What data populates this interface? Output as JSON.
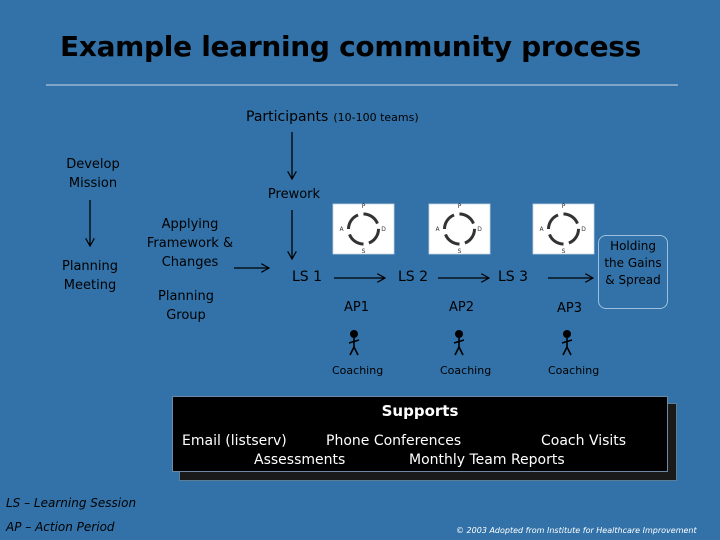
{
  "title": "Example learning community process",
  "participants": {
    "label": "Participants",
    "note": "(10-100 teams)"
  },
  "develop_mission": "Develop Mission",
  "planning_meeting": "Planning Meeting",
  "prework": "Prework",
  "applying": "Applying Framework & Changes",
  "planning_group": "Planning Group",
  "learning_sessions": [
    "LS 1",
    "LS 2",
    "LS 3"
  ],
  "action_periods": [
    "AP1",
    "AP2",
    "AP3"
  ],
  "coaching": [
    "Coaching",
    "Coaching",
    "Coaching"
  ],
  "pdsa_letters": {
    "p": "P",
    "d": "D",
    "s": "S",
    "a": "A"
  },
  "holding": "Holding the Gains & Spread",
  "supports": {
    "title": "Supports",
    "email": "Email (listserv)",
    "phone": "Phone Conferences",
    "coach_visits": "Coach Visits",
    "assessments": "Assessments",
    "monthly": "Monthly Team Reports"
  },
  "legend": {
    "ls": "LS – Learning Session",
    "ap": "AP – Action Period"
  },
  "credit": "© 2003 Adopted from Institute for Healthcare Improvement",
  "colors": {
    "background": "#3272a8",
    "supports_box": "#000000"
  }
}
